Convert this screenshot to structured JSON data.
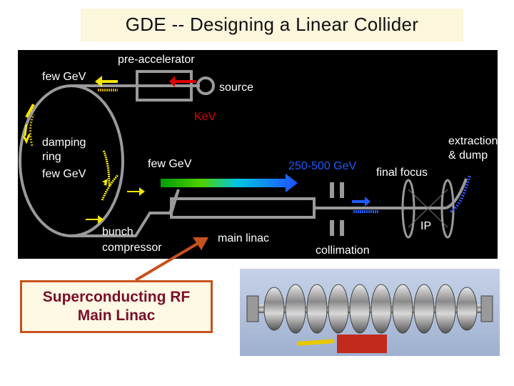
{
  "title": "GDE -- Designing a Linear Collider",
  "diagram": {
    "labels": {
      "pre_accelerator": "pre-accelerator",
      "source": "source",
      "kev": "KeV",
      "few_gev_top": "few GeV",
      "damping_ring_1": "damping",
      "damping_ring_2": "ring",
      "damping_ring_3": "few GeV",
      "few_gev_linac": "few GeV",
      "energy_range": "250-500 GeV",
      "final_focus": "final focus",
      "extraction_1": "extraction",
      "extraction_2": "& dump",
      "ip": "IP",
      "bunch_1": "bunch",
      "bunch_2": "compressor",
      "main_linac": "main linac",
      "collimation": "collimation"
    },
    "colors": {
      "background": "#000000",
      "beamline": "#9a9a9a",
      "arrow_yellow": "#f3e600",
      "arrow_red": "#e00000",
      "arrow_blue": "#1f5bff",
      "text": "#ffffff"
    }
  },
  "callout": {
    "line1": "Superconducting  RF",
    "line2": "Main Linac"
  },
  "photo": {
    "description_icon": "sc-rf-cavity-photo"
  }
}
